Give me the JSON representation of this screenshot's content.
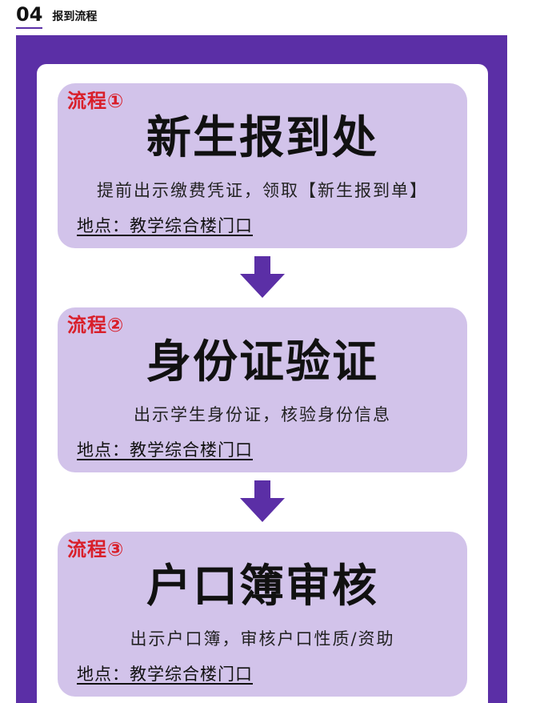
{
  "header": {
    "number": "04",
    "title": "报到流程"
  },
  "steps": [
    {
      "label": "流程①",
      "title": "新生报到处",
      "desc": "提前出示缴费凭证，领取【新生报到单】",
      "location": "地点：教学综合楼门口"
    },
    {
      "label": "流程②",
      "title": "身份证验证",
      "desc": "出示学生身份证，核验身份信息",
      "location": "地点：教学综合楼门口"
    },
    {
      "label": "流程③",
      "title": "户口簿审核",
      "desc": "出示户口簿，审核户口性质/资助",
      "location": "地点：教学综合楼门口"
    }
  ],
  "colors": {
    "purple": "#5b2fa6",
    "card": "#d2c3ea",
    "red_label": "#d91f2a",
    "text": "#111111"
  },
  "icons": {
    "arrow": "down-arrow-icon"
  }
}
